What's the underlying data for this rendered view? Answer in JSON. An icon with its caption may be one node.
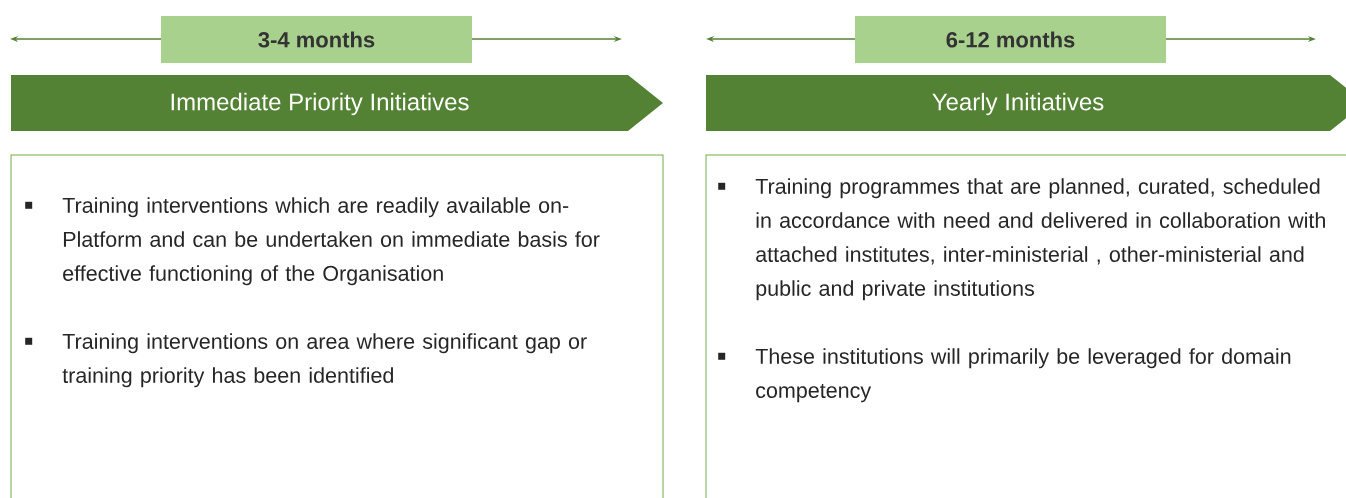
{
  "diagram": {
    "nodes": [
      {
        "text": [
          "3-4 months"
        ]
      },
      {
        "text": [
          "Immediate Priority Initiatives"
        ]
      },
      {
        "text": [
          "Training interventions which are readily available on- Platform and can be undertaken on immediate basis for effective functioning of the Organisation",
          "Training interventions on area where significant gap or training priority has been identified"
        ]
      },
      {
        "text": [
          "6-12 months"
        ]
      },
      {
        "text": [
          "Yearly Initiatives"
        ]
      },
      {
        "text": [
          "Training programmes that are planned, curated, scheduled in accordance with need and delivered in collaboration with attached institutes, inter-ministerial , other-ministerial and public and private institutions",
          "These institutions will primarily be leveraged for domain competency"
        ]
      }
    ]
  }
}
